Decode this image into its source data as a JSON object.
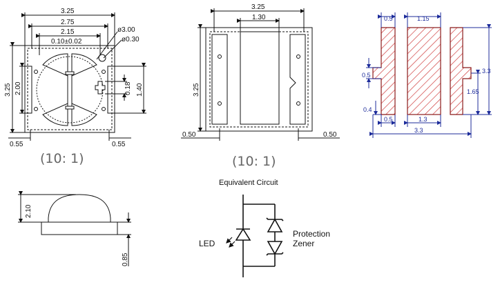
{
  "top_view": {
    "dim_width": "3.25",
    "dim_275": "2.75",
    "dim_215": "2.15",
    "dim_gap": "0.10±0.02",
    "dim_hole_outer": "ø3.00",
    "dim_hole_inner": "ø0.30",
    "dim_height": "3.25",
    "dim_200": "2.00",
    "dim_018": "0.18",
    "dim_140": "1.40",
    "dim_left": "0.55",
    "dim_right": "0.55",
    "scale": "(10: 1)"
  },
  "bottom_view": {
    "dim_width": "3.25",
    "dim_130": "1.30",
    "dim_height": "3.25",
    "dim_left": "0.50",
    "dim_right": "0.50",
    "scale": "(10: 1)"
  },
  "pad_layout": {
    "dim_05_top": "0.5",
    "dim_115": "1.15",
    "dim_05_left": "0.5",
    "dim_33_right": "3.3",
    "dim_165": "1.65",
    "dim_04": "0.4",
    "dim_05_bottom": "0.5",
    "dim_13": "1.3",
    "dim_33_bottom": "3.3",
    "colors": {
      "dim": "#1c2b9a",
      "pad_outline": "#8b1a1a",
      "hatch": "#d04040"
    }
  },
  "side_view": {
    "dim_210": "2.10",
    "dim_085": "0.85"
  },
  "circuit": {
    "title": "Equivalent Circuit",
    "led_label": "LED",
    "protection_label": "Protection",
    "zener_label": "Zener"
  }
}
